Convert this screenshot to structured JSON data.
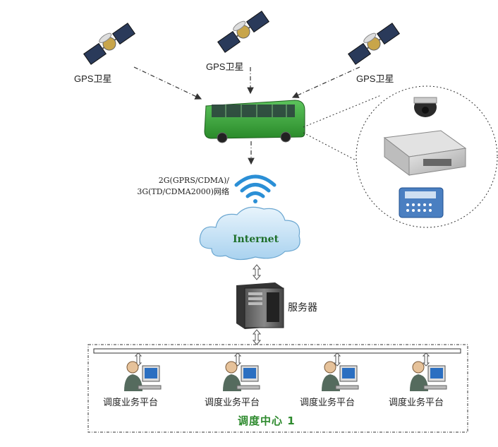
{
  "satellites": [
    {
      "label": "GPS卫星"
    },
    {
      "label": "GPS卫星"
    },
    {
      "label": "GPS卫星"
    }
  ],
  "network": {
    "line1": "2G(GPRS/CDMA)/",
    "line2": "3G(TD/CDMA2000)网络"
  },
  "cloud": {
    "label": "Internet"
  },
  "server": {
    "label": "服务器"
  },
  "workstations": [
    {
      "label": "调度业务平台"
    },
    {
      "label": "调度业务平台"
    },
    {
      "label": "调度业务平台"
    },
    {
      "label": "调度业务平台"
    }
  ],
  "center": {
    "label": "调度中心 1"
  },
  "colors": {
    "bus_green": "#3aa43a",
    "cloud_blue": "#cfe6f7",
    "signal_blue": "#2b8fd6",
    "center_green": "#2d8a2d"
  }
}
